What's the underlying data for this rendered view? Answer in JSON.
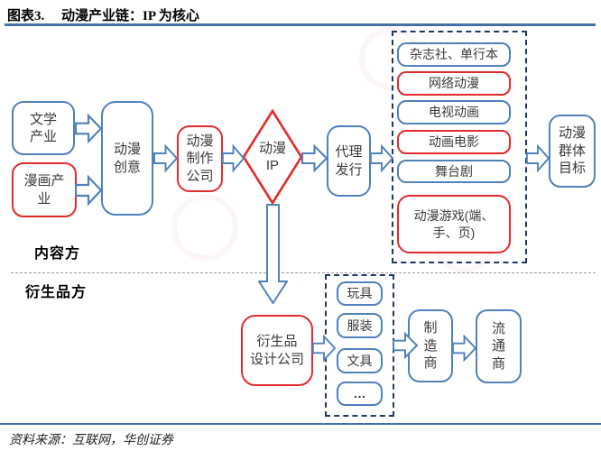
{
  "header": {
    "figure_label": "图表3.",
    "title": "动漫产业链：IP 为核心"
  },
  "sections": {
    "content": "内容方",
    "derivatives": "衍生品方"
  },
  "nodes": {
    "literature": "文学\n产业",
    "comics": "漫画产\n业",
    "creative": "动漫\n创意",
    "production": "动漫\n制作\n公司",
    "ip": "动漫\nIP",
    "distribution": "代理\n发行",
    "audience": "动漫\n群体\n目标",
    "derivative_design": "衍生品\n设计公司",
    "manufacturer": "制\n造\n商",
    "distributor": "流\n通\n商"
  },
  "media_outputs": {
    "items": [
      {
        "label": "杂志社、单行本",
        "highlight": false
      },
      {
        "label": "网络动漫",
        "highlight": true
      },
      {
        "label": "电视动画",
        "highlight": false
      },
      {
        "label": "动画电影",
        "highlight": true
      },
      {
        "label": "舞台剧",
        "highlight": false
      },
      {
        "label": "动漫游戏(端、\n手、页)",
        "highlight": true
      }
    ]
  },
  "derivative_outputs": {
    "items": [
      {
        "label": "玩具"
      },
      {
        "label": "服装"
      },
      {
        "label": "文具"
      },
      {
        "label": "…"
      }
    ]
  },
  "footer": {
    "source": "资料来源：互联网，华创证券"
  },
  "colors": {
    "blue_border": "#4F81BD",
    "red_border": "#E32B2B",
    "dashed_border": "#1F3864",
    "rule_blue": "#4472A8"
  }
}
